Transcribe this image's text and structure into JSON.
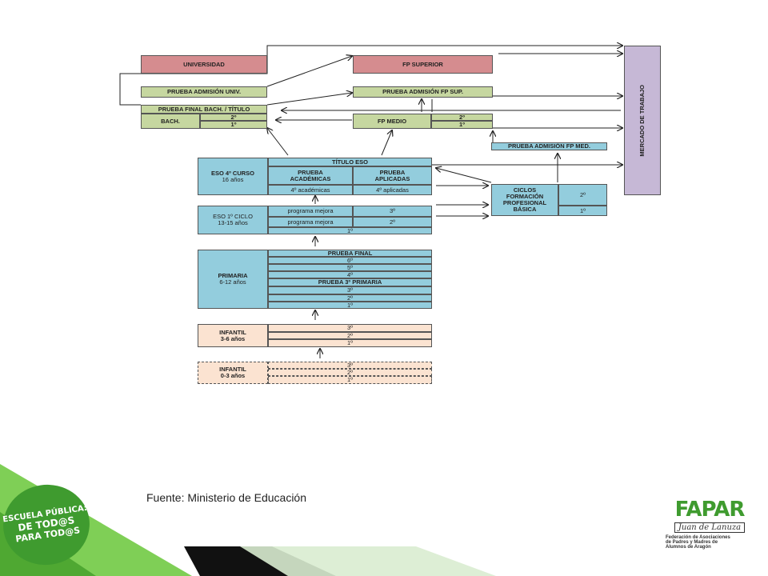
{
  "boxes": {
    "universidad": "UNIVERSIDAD",
    "fp_superior": "FP SUPERIOR",
    "prueba_admision_univ": "PRUEBA ADMISIÓN UNIV.",
    "prueba_admision_fp_sup": "PRUEBA ADMISIÓN FP SUP.",
    "prueba_final_bach": "PRUEBA FINAL BACH. / TÍTULO",
    "bach": "BACH.",
    "fp_medio": "FP MEDIO",
    "prueba_admision_fp_med": "PRUEBA ADMISIÓN FP MED.",
    "mercado_trabajo": "MERCADO DE TRABAJO",
    "titulo_eso": "TÍTULO ESO",
    "prueba_academicas": "PRUEBA ACADÉMICAS",
    "prueba_aplicadas": "PRUEBA APLICADAS",
    "eso4_label": "ESO 4º CURSO",
    "eso4_age": "16 años",
    "cuarto_academicas": "4º académicas",
    "cuarto_aplicadas": "4º aplicadas",
    "eso1_label": "ESO 1º CICLO",
    "eso1_age": "13-15 años",
    "programa_mejora": "programa mejora",
    "ciclos_fp_basica": "CICLOS FORMACIÓN PROFESIONAL BÁSICA",
    "primaria_label": "PRIMARIA",
    "primaria_age": "6-12 años",
    "prueba_final": "PRUEBA FINAL",
    "prueba_3_primaria": "PRUEBA 3º PRIMARIA",
    "infantil_label": "INFANTIL",
    "infantil_36_age": "3-6 años",
    "infantil_03_age": "0-3 años"
  },
  "grades": {
    "g1": "1º",
    "g2": "2º",
    "g3": "3º",
    "g4": "4º",
    "g5": "5º",
    "g6": "6º"
  },
  "caption": "Fuente: Ministerio de Educación",
  "logo_left": {
    "line1": "ESCUELA PÚBLICA:",
    "line2": "DE TOD@S",
    "line3": "PARA TOD@S"
  },
  "logo_right": {
    "brand": "FAPAR",
    "sub": "Juan de Lanuza",
    "line1": "Federación de Asociaciones",
    "line2": "de Padres y Madres de",
    "line3": "Alumnos de Aragón"
  },
  "colors": {
    "red": "#d58c8f",
    "green": "#c6d7a0",
    "blue": "#93cddd",
    "purple": "#c6b8d6",
    "peach": "#fbe3d1",
    "logo_green": "#3f9b2f"
  }
}
